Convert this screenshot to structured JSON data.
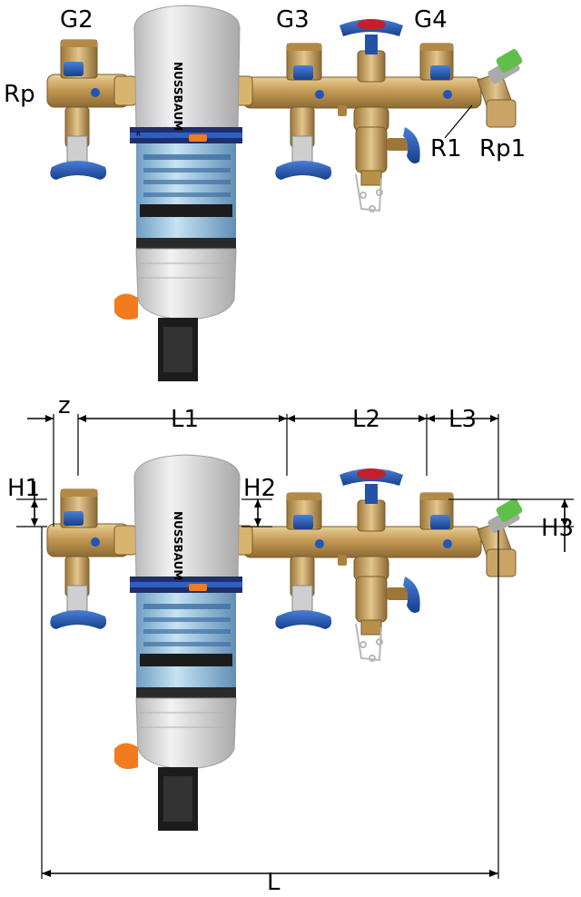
{
  "brand": {
    "name": "NUSSBAUM",
    "badge": "R"
  },
  "top_view": {
    "labels": [
      "G2",
      "G3",
      "G4",
      "Rp",
      "R1",
      "Rp1"
    ]
  },
  "bottom_view": {
    "dimensions": [
      "z",
      "L1",
      "L2",
      "L3",
      "H1",
      "H2",
      "H3",
      "L"
    ]
  },
  "colors": {
    "brass": "#c49a55",
    "brass_dark": "#8c6a33",
    "brass_light": "#e3c68d",
    "valve_blue": "#1f56b8",
    "valve_red": "#c3202a",
    "housing_grey": "#dcdcdc",
    "bowl_blue": "#7fb4d8",
    "orange": "#f07c1e",
    "green_cap": "#5fbf4a",
    "black": "#1c1c1c"
  },
  "icons": [
    "valve-handle-icon",
    "filter-housing-icon",
    "pressure-reducer-icon",
    "chain-icon"
  ]
}
